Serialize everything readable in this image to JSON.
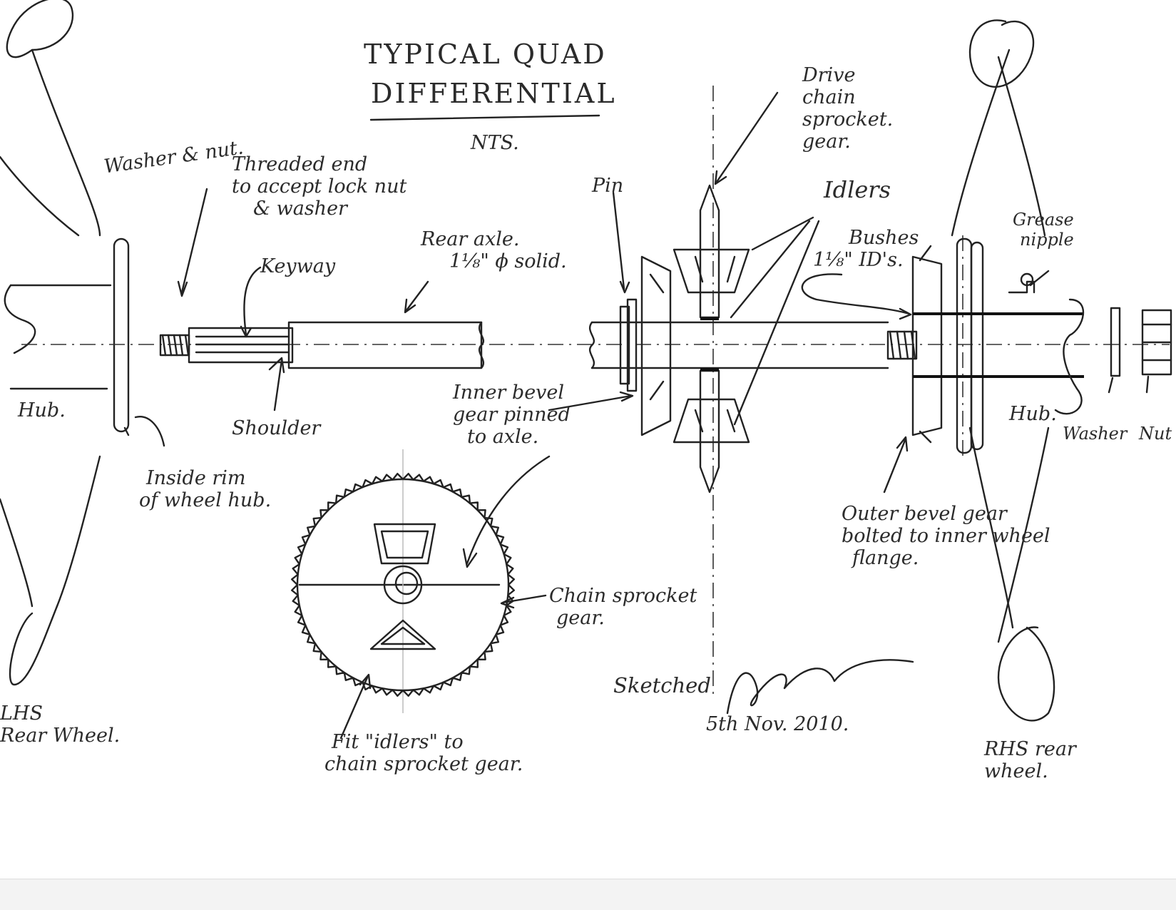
{
  "title": {
    "line1": "TYPICAL QUAD",
    "line2": "DIFFERENTIAL",
    "initials": "NTS."
  },
  "labels": {
    "washer_nut": "Washer & nut.",
    "threaded_end": [
      "Threaded end",
      "to accept lock nut",
      "& washer"
    ],
    "keyway": "Keyway",
    "rear_axle": [
      "Rear axle.",
      "1⅛\" ϕ solid."
    ],
    "drive_chain": [
      "Drive",
      "chain",
      "sprocket.",
      "gear."
    ],
    "pin": "Pin",
    "idlers": "Idlers",
    "bushes": [
      "Bushes",
      "1⅛\" ID's."
    ],
    "grease_nipple": [
      "Grease",
      "nipple"
    ],
    "hub_left": "Hub.",
    "shoulder": "Shoulder",
    "inner_bevel": [
      "Inner bevel",
      "gear pinned",
      "to axle."
    ],
    "inside_rim": [
      "Inside rim",
      "of wheel hub."
    ],
    "hub_right": "Hub.",
    "washer": "Washer",
    "nut": "Nut",
    "outer_bevel": [
      "Outer bevel gear",
      "bolted to inner wheel",
      "flange."
    ],
    "chain_sprocket_gear": [
      "Chain sprocket",
      "gear."
    ],
    "fit_idlers": [
      "Fit \"idlers\" to",
      "chain sprocket gear."
    ],
    "sketched": "Sketched",
    "date": "5th Nov. 2010.",
    "lhs_wheel": [
      "LHS",
      "Rear Wheel."
    ],
    "rhs_wheel": [
      "RHS rear",
      "wheel."
    ]
  },
  "colors": {
    "ink": "#222222",
    "paper": "#ffffff"
  }
}
